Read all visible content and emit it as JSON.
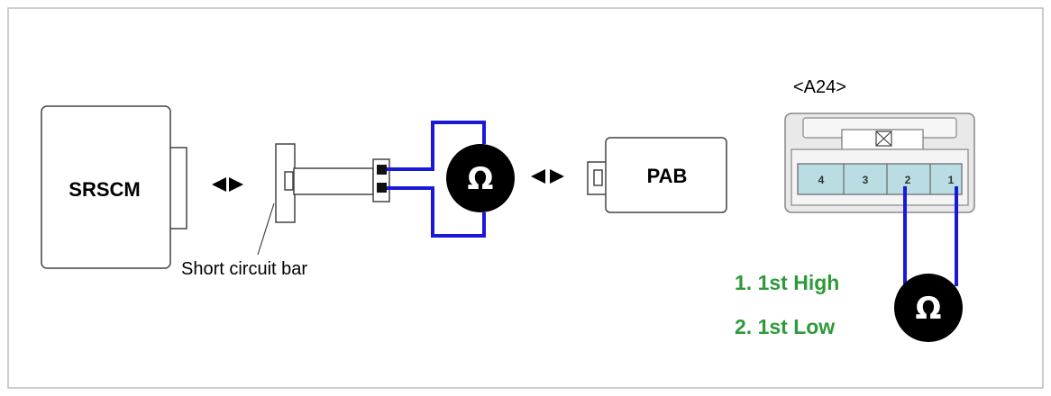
{
  "modules": {
    "srscm_label": "SRSCM",
    "pab_label": "PAB"
  },
  "short_bar": {
    "label": "Short circuit bar"
  },
  "connector": {
    "label": "<A24>",
    "pins": [
      "4",
      "3",
      "2",
      "1"
    ]
  },
  "meter": {
    "symbol": "Ω"
  },
  "legend": {
    "line1": "1. 1st High",
    "line2": "2. 1st Low"
  },
  "colors": {
    "wire": "#1a1ad6",
    "legend": "#2e9a3a",
    "connector_pin": "#b9dde3"
  }
}
